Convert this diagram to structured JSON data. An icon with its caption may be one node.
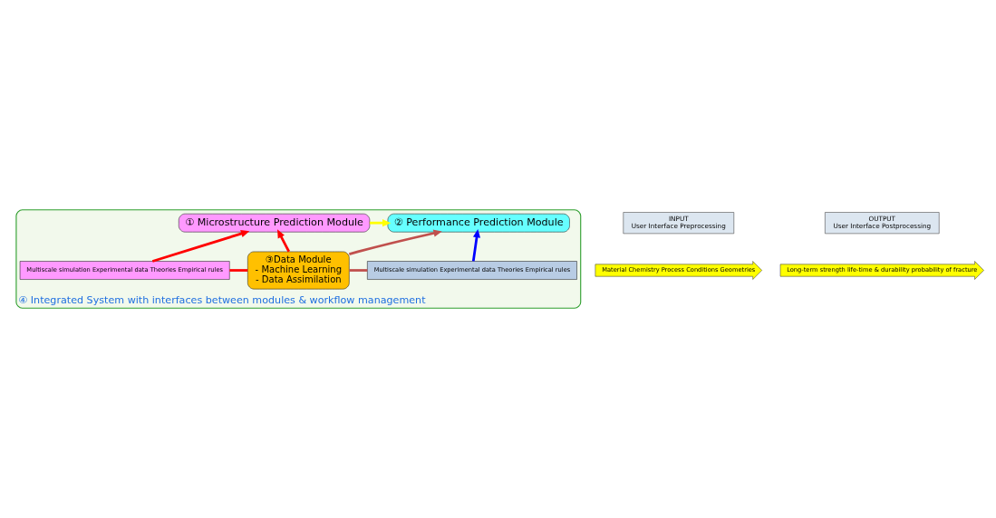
{
  "diagram": {
    "nodes": [
      {
        "text": [
          "④ Integrated System with interfaces between modules & workflow management"
        ]
      },
      {
        "text": [
          "INPUT",
          "User Interface Preprocessing"
        ]
      },
      {
        "text": [
          "OUTPUT",
          "User Interface Postprocessing"
        ]
      },
      {
        "text": [
          "Material Chemistry Process Conditions Geometries"
        ]
      },
      {
        "text": [
          "① Microstructure Prediction Module"
        ],
        "in": 0
      },
      {
        "text": [
          "② Performance Prediction Module"
        ],
        "in": 0
      },
      {
        "text": [
          "Long-term strength life-time & durability probability of fracture"
        ]
      },
      {
        "text": [
          "Multiscale simulation Experimental data Theories Empirical rules"
        ],
        "in": 0
      },
      {
        "text": [
          "③Data Module",
          "- Machine Learning",
          "- Data Assimilation"
        ],
        "in": 0
      },
      {
        "text": [
          "Multiscale simulation Experimental data Theories Empirical rules"
        ],
        "in": 0
      }
    ],
    "edges": [
      {
        "from": 4,
        "to": 5,
        "arrow": "to",
        "color": "#ffff00"
      },
      {
        "from": 7,
        "to": 4,
        "arrow": "to"
      },
      {
        "from": 8,
        "to": 4,
        "arrow": "to"
      },
      {
        "from": 8,
        "to": 5,
        "arrow": "to",
        "color": "#c0504d"
      },
      {
        "from": 9,
        "to": 5,
        "arrow": "to",
        "color": "#0000ff"
      },
      {
        "from": 7,
        "to": 8,
        "arrow": "none"
      },
      {
        "from": 9,
        "to": 8,
        "arrow": "none",
        "color": "#c0504d"
      }
    ]
  }
}
